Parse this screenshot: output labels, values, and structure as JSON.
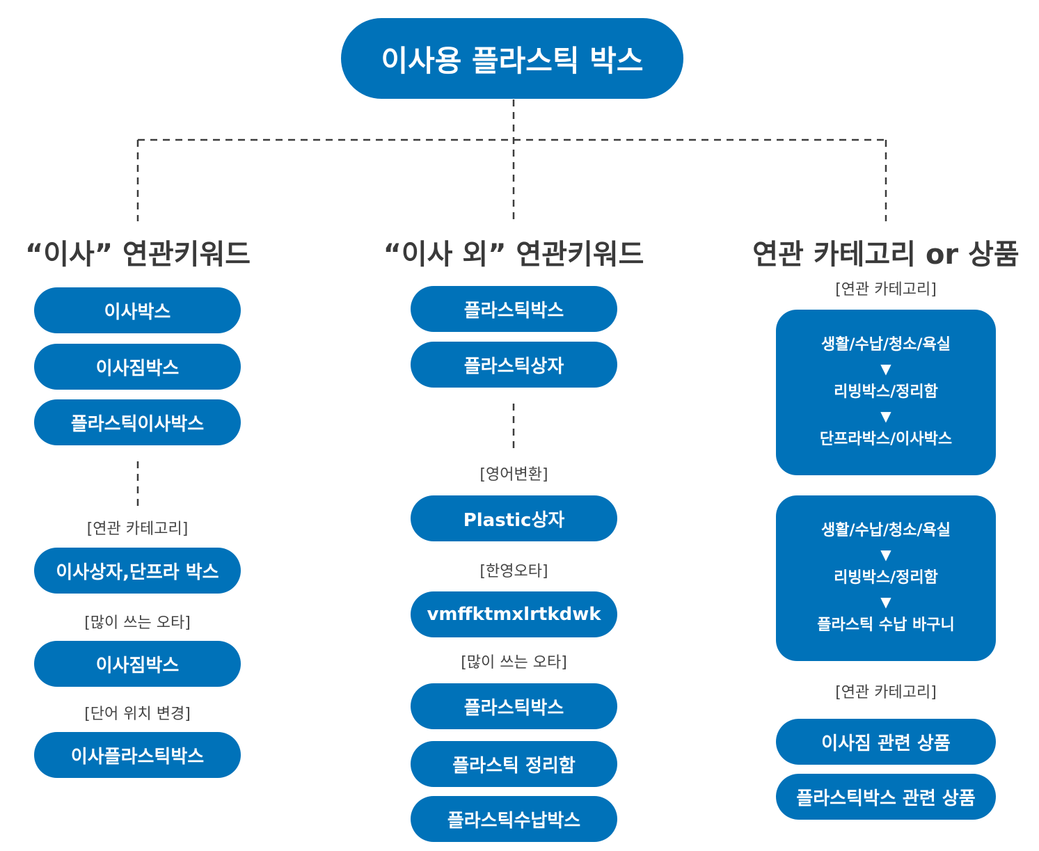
{
  "root": {
    "label": "이사용 플라스틱 박스"
  },
  "columns": [
    {
      "title": "“이사” 연관키워드",
      "pills_top": [
        "이사박스",
        "이사짐박스",
        "플라스틱이사박스"
      ],
      "sections": [
        {
          "note": "[연관 카테고리]",
          "pill": "이사상자,단프라 박스"
        },
        {
          "note": "[많이 쓰는 오타]",
          "pill": "이사짐박스"
        },
        {
          "note": "[단어 위치 변경]",
          "pill": "이사플라스틱박스"
        }
      ]
    },
    {
      "title": "“이사 외” 연관키워드",
      "pills_top": [
        "플라스틱박스",
        "플라스틱상자"
      ],
      "sections": [
        {
          "note": "[영어변환]",
          "pill": "Plastic상자"
        },
        {
          "note": "[한영오타]",
          "pill": "vmffktmxlrtkdwk"
        },
        {
          "note": "[많이 쓰는 오타]",
          "pills": [
            "플라스틱박스",
            "플라스틱 정리함",
            "플라스틱수납박스"
          ]
        }
      ]
    },
    {
      "title": "연관 카테고리 or 상품",
      "note_top": "[연관 카테고리]",
      "cards": [
        {
          "steps": [
            "생활/수납/청소/욕실",
            "리빙박스/정리함",
            "단프라박스/이사박스"
          ]
        },
        {
          "steps": [
            "생활/수납/청소/욕실",
            "리빙박스/정리함",
            "플라스틱 수납 바구니"
          ]
        }
      ],
      "arrow": "▼",
      "note_bottom": "[연관 카테고리]",
      "pills_bottom": [
        "이사짐 관련 상품",
        "플라스틱박스 관련 상품"
      ]
    }
  ],
  "colors": {
    "pill": "#0072b9",
    "text": "#3a3a3a",
    "connector": "#3c3c3c"
  }
}
